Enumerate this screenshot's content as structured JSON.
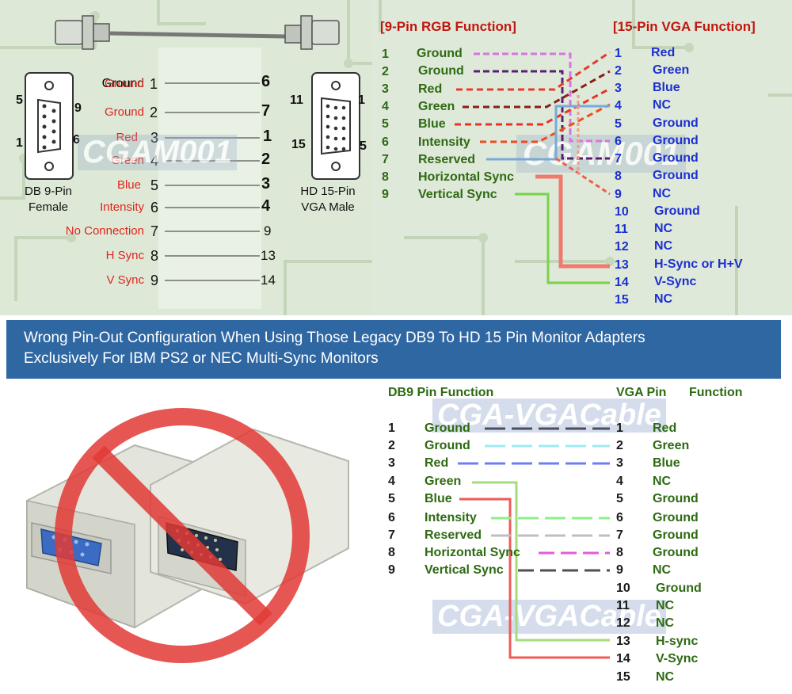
{
  "top_left": {
    "db9_caption_line1": "DB 9-Pin",
    "db9_caption_line2": "Female",
    "vga_caption_line1": "HD 15-Pin",
    "vga_caption_line2": "VGA Male",
    "db9_corner_labels": [
      "5",
      "9",
      "1",
      "6"
    ],
    "vga_corner_labels": [
      "11",
      "1",
      "15",
      "5"
    ],
    "watermark": "CGAM001",
    "rows": [
      {
        "label": "Ground",
        "db9": "1",
        "vga": "6"
      },
      {
        "label": "Ground",
        "db9": "2",
        "vga": "7"
      },
      {
        "label": "Red",
        "db9": "3",
        "vga": "1"
      },
      {
        "label": "Green",
        "db9": "4",
        "vga": "2"
      },
      {
        "label": "Blue",
        "db9": "5",
        "vga": "3"
      },
      {
        "label": "Intensity",
        "db9": "6",
        "vga": "4"
      },
      {
        "label": "No Connection",
        "db9": "7",
        "vga": "9"
      },
      {
        "label": "H Sync",
        "db9": "8",
        "vga": "13"
      },
      {
        "label": "V Sync",
        "db9": "9",
        "vga": "14"
      }
    ]
  },
  "top_right": {
    "left_header": "[9-Pin RGB Function]",
    "right_header": "[15-Pin VGA Function]",
    "watermark": "CGAM001",
    "left_pins": [
      {
        "num": "1",
        "label": "Ground"
      },
      {
        "num": "2",
        "label": "Ground"
      },
      {
        "num": "3",
        "label": "Red"
      },
      {
        "num": "4",
        "label": "Green"
      },
      {
        "num": "5",
        "label": "Blue"
      },
      {
        "num": "6",
        "label": "Intensity"
      },
      {
        "num": "7",
        "label": "Reserved"
      },
      {
        "num": "8",
        "label": "Horizontal Sync"
      },
      {
        "num": "9",
        "label": "Vertical Sync"
      }
    ],
    "right_pins": [
      {
        "num": "1",
        "label": "Red"
      },
      {
        "num": "2",
        "label": "Green"
      },
      {
        "num": "3",
        "label": "Blue"
      },
      {
        "num": "4",
        "label": "NC"
      },
      {
        "num": "5",
        "label": "Ground"
      },
      {
        "num": "6",
        "label": "Ground"
      },
      {
        "num": "7",
        "label": "Ground"
      },
      {
        "num": "8",
        "label": "Ground"
      },
      {
        "num": "9",
        "label": "NC"
      },
      {
        "num": "10",
        "label": "Ground"
      },
      {
        "num": "11",
        "label": "NC"
      },
      {
        "num": "12",
        "label": "NC"
      },
      {
        "num": "13",
        "label": "H-Sync or H+V"
      },
      {
        "num": "14",
        "label": "V-Sync"
      },
      {
        "num": "15",
        "label": "NC"
      }
    ]
  },
  "banner": {
    "line1": "Wrong Pin-Out Configuration When Using Those Legacy DB9 To HD 15 Pin Monitor Adapters",
    "line2": "Exclusively For IBM PS2 or NEC Multi-Sync Monitors"
  },
  "bottom": {
    "header_db9": "DB9 Pin Function",
    "header_vga": "VGA Pin",
    "header_function": "Function",
    "watermark": "CGA-VGACable",
    "left_pins": [
      {
        "num": "1",
        "label": "Ground"
      },
      {
        "num": "2",
        "label": "Ground"
      },
      {
        "num": "3",
        "label": "Red"
      },
      {
        "num": "4",
        "label": "Green"
      },
      {
        "num": "5",
        "label": "Blue"
      },
      {
        "num": "6",
        "label": "Intensity"
      },
      {
        "num": "7",
        "label": "Reserved"
      },
      {
        "num": "8",
        "label": "Horizontal Sync"
      },
      {
        "num": "9",
        "label": "Vertical Sync"
      }
    ],
    "right_pins": [
      {
        "num": "1",
        "label": "Red"
      },
      {
        "num": "2",
        "label": "Green"
      },
      {
        "num": "3",
        "label": "Blue"
      },
      {
        "num": "4",
        "label": "NC"
      },
      {
        "num": "5",
        "label": "Ground"
      },
      {
        "num": "6",
        "label": "Ground"
      },
      {
        "num": "7",
        "label": "Ground"
      },
      {
        "num": "8",
        "label": "Ground"
      },
      {
        "num": "9",
        "label": "NC"
      },
      {
        "num": "10",
        "label": "Ground"
      },
      {
        "num": "11",
        "label": "NC"
      },
      {
        "num": "12",
        "label": "NC"
      },
      {
        "num": "13",
        "label": "H-sync"
      },
      {
        "num": "14",
        "label": "V-Sync"
      },
      {
        "num": "15",
        "label": "NC"
      }
    ]
  },
  "colors": {
    "pcb_bg": "#dde9d6",
    "pcb_trace": "#b9cfb0",
    "banner_bg": "#2f67a3",
    "prohibition_red": "#e23a36",
    "label_red": "#e0241b",
    "label_green": "#2e6a12",
    "label_blue": "#1c2fd0"
  }
}
